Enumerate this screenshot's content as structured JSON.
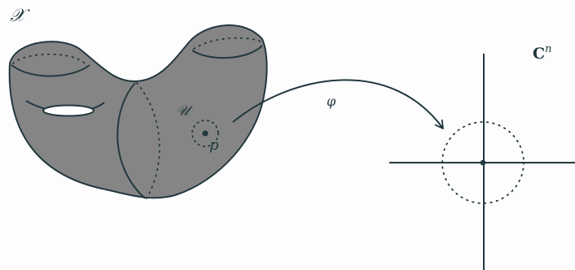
{
  "labels": {
    "manifold": "𝒳",
    "open_set": "𝒰",
    "point": "p",
    "chart_map": "φ",
    "target_base": "C",
    "target_exp": "n"
  },
  "colors": {
    "surface_fill": "#858585",
    "stroke": "#23383f",
    "text": "#23383f",
    "background": "#fdfdfd"
  }
}
